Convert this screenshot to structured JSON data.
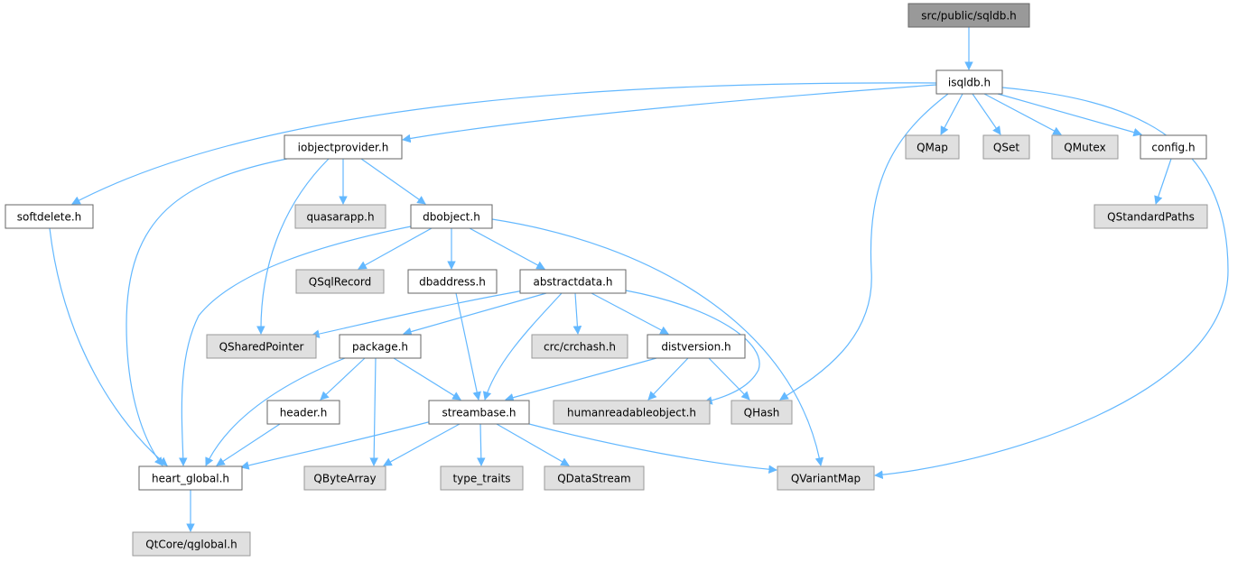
{
  "colors": {
    "edge": "#63b8ff",
    "root_fill": "#999999",
    "node_fill": "#ffffff",
    "external_fill": "#e0e0e0",
    "node_border": "#666666",
    "external_border": "#999999"
  },
  "nodes": [
    {
      "id": "sqldb",
      "label": "src/public/sqldb.h",
      "kind": "root"
    },
    {
      "id": "isqldb",
      "label": "isqldb.h",
      "kind": "file"
    },
    {
      "id": "iobjectprovider",
      "label": "iobjectprovider.h",
      "kind": "file"
    },
    {
      "id": "softdelete",
      "label": "softdelete.h",
      "kind": "file"
    },
    {
      "id": "qmap",
      "label": "QMap",
      "kind": "external"
    },
    {
      "id": "qset",
      "label": "QSet",
      "kind": "external"
    },
    {
      "id": "qmutex",
      "label": "QMutex",
      "kind": "external"
    },
    {
      "id": "config",
      "label": "config.h",
      "kind": "file"
    },
    {
      "id": "quasarapp",
      "label": "quasarapp.h",
      "kind": "external"
    },
    {
      "id": "dbobject",
      "label": "dbobject.h",
      "kind": "file"
    },
    {
      "id": "qstandardpaths",
      "label": "QStandardPaths",
      "kind": "external"
    },
    {
      "id": "qsqlrecord",
      "label": "QSqlRecord",
      "kind": "external"
    },
    {
      "id": "dbaddress",
      "label": "dbaddress.h",
      "kind": "file"
    },
    {
      "id": "abstractdata",
      "label": "abstractdata.h",
      "kind": "file"
    },
    {
      "id": "qsharedpointer",
      "label": "QSharedPointer",
      "kind": "external"
    },
    {
      "id": "package",
      "label": "package.h",
      "kind": "file"
    },
    {
      "id": "crchash",
      "label": "crc/crchash.h",
      "kind": "external"
    },
    {
      "id": "distversion",
      "label": "distversion.h",
      "kind": "file"
    },
    {
      "id": "header",
      "label": "header.h",
      "kind": "file"
    },
    {
      "id": "streambase",
      "label": "streambase.h",
      "kind": "file"
    },
    {
      "id": "humanreadable",
      "label": "humanreadableobject.h",
      "kind": "external"
    },
    {
      "id": "qhash",
      "label": "QHash",
      "kind": "external"
    },
    {
      "id": "heartglobal",
      "label": "heart_global.h",
      "kind": "file"
    },
    {
      "id": "qbytearray",
      "label": "QByteArray",
      "kind": "external"
    },
    {
      "id": "typetraits",
      "label": "type_traits",
      "kind": "external"
    },
    {
      "id": "qdatastream",
      "label": "QDataStream",
      "kind": "external"
    },
    {
      "id": "qvariantmap",
      "label": "QVariantMap",
      "kind": "external"
    },
    {
      "id": "qglobal",
      "label": "QtCore/qglobal.h",
      "kind": "external"
    }
  ],
  "edges": [
    {
      "from": "sqldb",
      "to": "isqldb"
    },
    {
      "from": "isqldb",
      "to": "iobjectprovider"
    },
    {
      "from": "isqldb",
      "to": "softdelete"
    },
    {
      "from": "isqldb",
      "to": "qmap"
    },
    {
      "from": "isqldb",
      "to": "qset"
    },
    {
      "from": "isqldb",
      "to": "qmutex"
    },
    {
      "from": "isqldb",
      "to": "config"
    },
    {
      "from": "isqldb",
      "to": "qhash"
    },
    {
      "from": "isqldb",
      "to": "qvariantmap"
    },
    {
      "from": "iobjectprovider",
      "to": "quasarapp"
    },
    {
      "from": "iobjectprovider",
      "to": "dbobject"
    },
    {
      "from": "iobjectprovider",
      "to": "qsharedpointer"
    },
    {
      "from": "iobjectprovider",
      "to": "heartglobal"
    },
    {
      "from": "softdelete",
      "to": "heartglobal"
    },
    {
      "from": "config",
      "to": "qstandardpaths"
    },
    {
      "from": "dbobject",
      "to": "qsqlrecord"
    },
    {
      "from": "dbobject",
      "to": "dbaddress"
    },
    {
      "from": "dbobject",
      "to": "abstractdata"
    },
    {
      "from": "dbobject",
      "to": "heartglobal"
    },
    {
      "from": "dbobject",
      "to": "qvariantmap"
    },
    {
      "from": "dbaddress",
      "to": "streambase"
    },
    {
      "from": "abstractdata",
      "to": "qsharedpointer"
    },
    {
      "from": "abstractdata",
      "to": "package"
    },
    {
      "from": "abstractdata",
      "to": "crchash"
    },
    {
      "from": "abstractdata",
      "to": "distversion"
    },
    {
      "from": "abstractdata",
      "to": "streambase"
    },
    {
      "from": "abstractdata",
      "to": "humanreadable"
    },
    {
      "from": "package",
      "to": "header"
    },
    {
      "from": "package",
      "to": "streambase"
    },
    {
      "from": "package",
      "to": "heartglobal"
    },
    {
      "from": "package",
      "to": "qbytearray"
    },
    {
      "from": "distversion",
      "to": "streambase"
    },
    {
      "from": "distversion",
      "to": "humanreadable"
    },
    {
      "from": "distversion",
      "to": "qhash"
    },
    {
      "from": "header",
      "to": "heartglobal"
    },
    {
      "from": "streambase",
      "to": "heartglobal"
    },
    {
      "from": "streambase",
      "to": "qbytearray"
    },
    {
      "from": "streambase",
      "to": "typetraits"
    },
    {
      "from": "streambase",
      "to": "qdatastream"
    },
    {
      "from": "streambase",
      "to": "qvariantmap"
    },
    {
      "from": "heartglobal",
      "to": "qglobal"
    }
  ]
}
